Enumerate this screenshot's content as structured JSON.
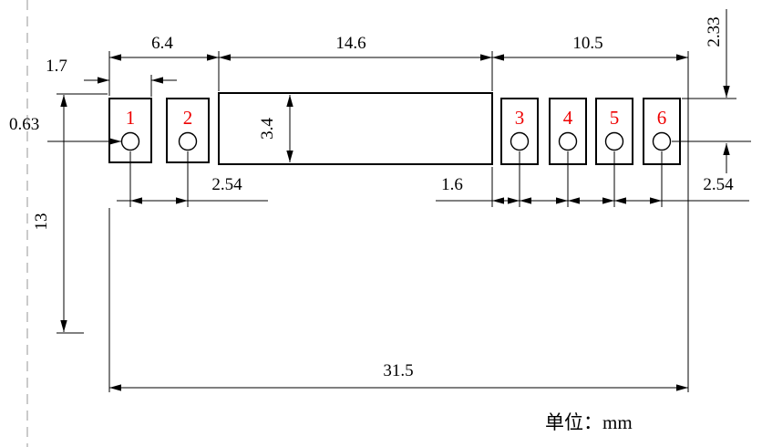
{
  "drawing": {
    "unit_note": "单位：mm",
    "pad_numbers": [
      "1",
      "2",
      "3",
      "4",
      "5",
      "6"
    ],
    "dimensions_mm": {
      "left_section_width": "6.4",
      "middle_section_width": "14.6",
      "right_section_width": "10.5",
      "pad_width": "1.7",
      "hole_offset": "0.63",
      "middle_section_height": "3.4",
      "left_pad_pitch": "2.54",
      "right_first_gap": "1.6",
      "right_pad_pitch": "2.54",
      "overall_height": "13",
      "overall_width": "31.5",
      "top_to_hole_center": "2.33"
    },
    "colors": {
      "pad_number": "#ee0000",
      "outline": "#000000",
      "dimension_lines": "#000000",
      "dashed_border": "#a8a8a8"
    }
  }
}
